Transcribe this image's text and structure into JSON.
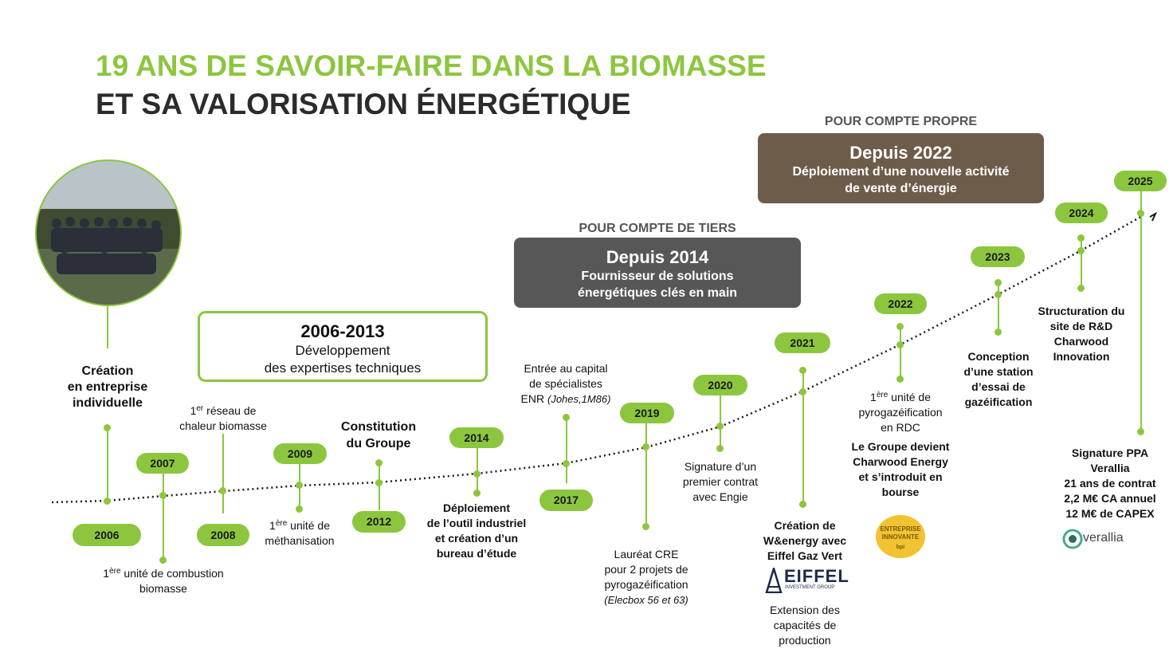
{
  "title_line1": "19 ANS DE SAVOIR-FAIRE DANS LA BIOMASSE",
  "title_line2": "ET SA VALORISATION ÉNERGÉTIQUE",
  "colors": {
    "green": "#8cc63f",
    "dark_box": "#575757",
    "brown_box": "#6e5c4b"
  },
  "boxes": {
    "expertise": {
      "heading": "2006-2013",
      "line1": "Développement",
      "line2": "des expertises techniques"
    },
    "tiers": {
      "label": "POUR COMPTE DE TIERS",
      "heading": "Depuis 2014",
      "line1": "Fournisseur de solutions",
      "line2": "énergétiques clés en main"
    },
    "propre": {
      "label": "POUR COMPTE PROPRE",
      "heading": "Depuis 2022",
      "line1": "Déploiement d’une nouvelle activité",
      "line2": "de vente d’énergie"
    }
  },
  "years": {
    "y2006": "2006",
    "y2007": "2007",
    "y2008": "2008",
    "y2009": "2009",
    "y2012": "2012",
    "y2014": "2014",
    "y2017": "2017",
    "y2019": "2019",
    "y2020": "2020",
    "y2021": "2021",
    "y2022": "2022",
    "y2023": "2023",
    "y2024": "2024",
    "y2025": "2025"
  },
  "events": {
    "e2006": [
      "Création",
      "en entreprise",
      "individuelle"
    ],
    "e2007": {
      "sup": "ère",
      "pre": "1",
      "rest": " unité de combustion",
      "line2": "biomasse"
    },
    "e2008": {
      "pre": "1",
      "sup": "er",
      "rest": " réseau de",
      "line2": "chaleur biomasse"
    },
    "e2009": {
      "pre": "1",
      "sup": "ère",
      "rest": " unité de",
      "line2": "méthanisation"
    },
    "e2012": [
      "Constitution",
      "du Groupe"
    ],
    "e2014": [
      "Déploiement",
      "de l’outil industriel",
      "et création d’un",
      "bureau d’étude"
    ],
    "e2017": {
      "line1": "Entrée au capital",
      "line2": "de spécialistes",
      "line3": "ENR",
      "italic": "(Johes,1M86)"
    },
    "e2019": {
      "line1": "Lauréat CRE",
      "line2": "pour 2 projets de",
      "line3": "pyrogazéification",
      "italic": "(Elecbox 56 et 63)"
    },
    "e2020": [
      "Signature d’un",
      "premier contrat",
      "avec Engie"
    ],
    "e2021a": [
      "Création de",
      "W&energy avec",
      "Eiffel Gaz Vert"
    ],
    "e2021b": [
      "Extension des",
      "capacités de",
      "production"
    ],
    "e2022a": {
      "pre": "1",
      "sup": "ère",
      "rest": " unité de",
      "line2": "pyrogazéification",
      "line3": "en RDC"
    },
    "e2022b": [
      "Le Groupe devient",
      "Charwood Energy",
      "et s’introduit en",
      "bourse"
    ],
    "e2023": [
      "Conception",
      "d’une station",
      "d’essai de",
      "gazéification"
    ],
    "e2024": [
      "Structuration du",
      "site de R&D",
      "Charwood",
      "Innovation"
    ],
    "e2025": [
      "Signature PPA",
      "Verallia",
      "21 ans de contrat",
      "2,2 M€ CA annuel",
      "12 M€ de CAPEX"
    ]
  },
  "logos": {
    "badge_text": "ENTREPRISE INNOVANTE",
    "badge_sub": "bpi",
    "eiffel_main": "EIFFEL",
    "eiffel_sub": "INVESTMENT GROUP",
    "verallia": "verallia"
  }
}
